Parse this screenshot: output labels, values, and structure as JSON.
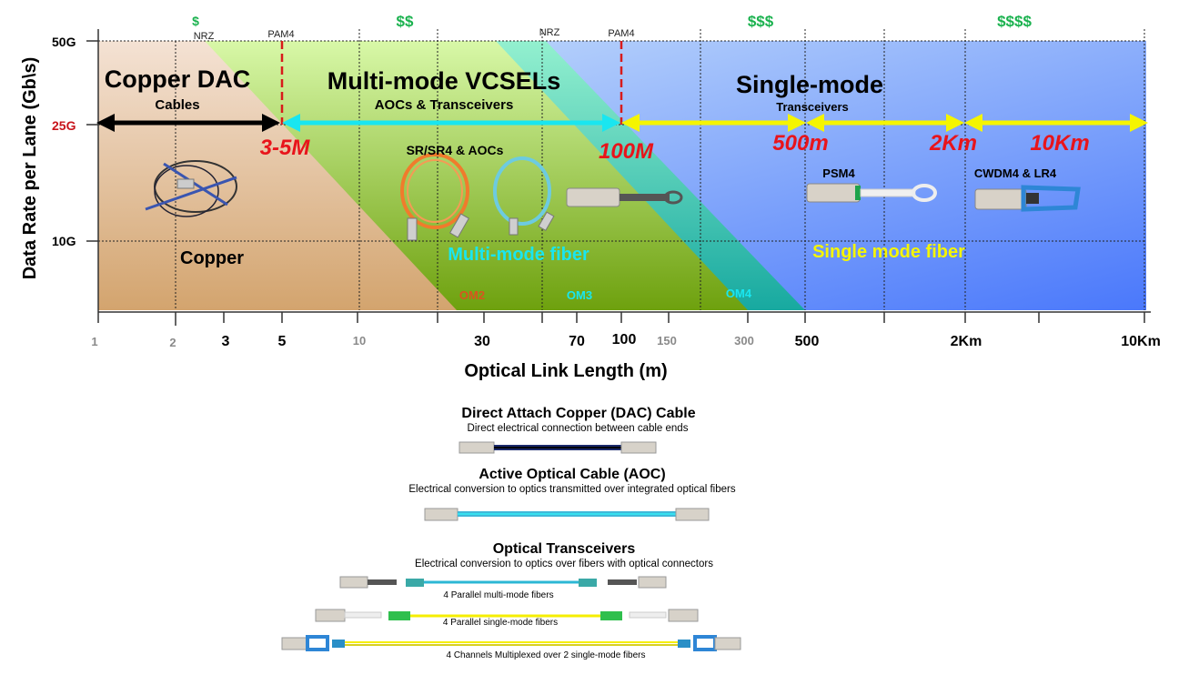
{
  "chart": {
    "y_axis_title": "Data Rate per Lane (Gb\\s)",
    "x_axis_title": "Optical Link Length (m)",
    "y_ticks": [
      {
        "label": "50G",
        "color": "#000000"
      },
      {
        "label": "25G",
        "color": "#c8141b"
      },
      {
        "label": "10G",
        "color": "#000000"
      }
    ],
    "x_ticks": [
      {
        "label": "1",
        "muted": true
      },
      {
        "label": "2",
        "muted": true
      },
      {
        "label": "3",
        "muted": false
      },
      {
        "label": "5",
        "muted": false
      },
      {
        "label": "10",
        "muted": true
      },
      {
        "label": "30",
        "muted": false
      },
      {
        "label": "70",
        "muted": false
      },
      {
        "label": "100",
        "muted": false
      },
      {
        "label": "150",
        "muted": true
      },
      {
        "label": "300",
        "muted": true
      },
      {
        "label": "500",
        "muted": false
      },
      {
        "label": "2Km",
        "muted": false
      },
      {
        "label": "10Km",
        "muted": false
      }
    ],
    "cost_labels": [
      "$",
      "$$",
      "$$$",
      "$$$$"
    ],
    "modulation_labels": [
      "NRZ",
      "PAM4",
      "NRZ",
      "PAM4"
    ],
    "regions": {
      "copper": {
        "title": "Copper DAC",
        "subtitle": "Cables",
        "medium": "Copper"
      },
      "multimode": {
        "title": "Multi-mode VCSELs",
        "subtitle": "AOCs & Transceivers",
        "medium": "Multi-mode fiber",
        "products": "SR/SR4 & AOCs"
      },
      "singlemode": {
        "title": "Single-mode",
        "subtitle": "Transceivers",
        "medium": "Single mode fiber",
        "products": [
          "PSM4",
          "CWDM4 & LR4"
        ]
      }
    },
    "fiber_grades": [
      "OM2",
      "OM3",
      "OM4"
    ],
    "distances": [
      "3-5M",
      "100M",
      "500m",
      "2Km",
      "10Km"
    ],
    "colors": {
      "copper": "#d9a877",
      "multimode": "#7fb21e",
      "om4": "#1fb8a8",
      "singlemode": "#4f7fff",
      "arrow_mm": "#19e6f0",
      "arrow_sm": "#f5f500",
      "distance": "#e8141b",
      "cost": "#1bb24f"
    }
  },
  "legend": {
    "dac": {
      "title": "Direct Attach Copper (DAC) Cable",
      "subtitle": "Direct electrical connection between cable ends"
    },
    "aoc": {
      "title": "Active Optical Cable (AOC)",
      "subtitle": "Electrical conversion to optics transmitted over integrated optical fibers"
    },
    "transceivers": {
      "title": "Optical Transceivers",
      "subtitle": "Electrical conversion to optics over fibers with optical connectors",
      "rows": [
        "4 Parallel multi-mode fibers",
        "4 Parallel single-mode fibers",
        "4 Channels Multiplexed over 2 single-mode fibers"
      ]
    }
  }
}
